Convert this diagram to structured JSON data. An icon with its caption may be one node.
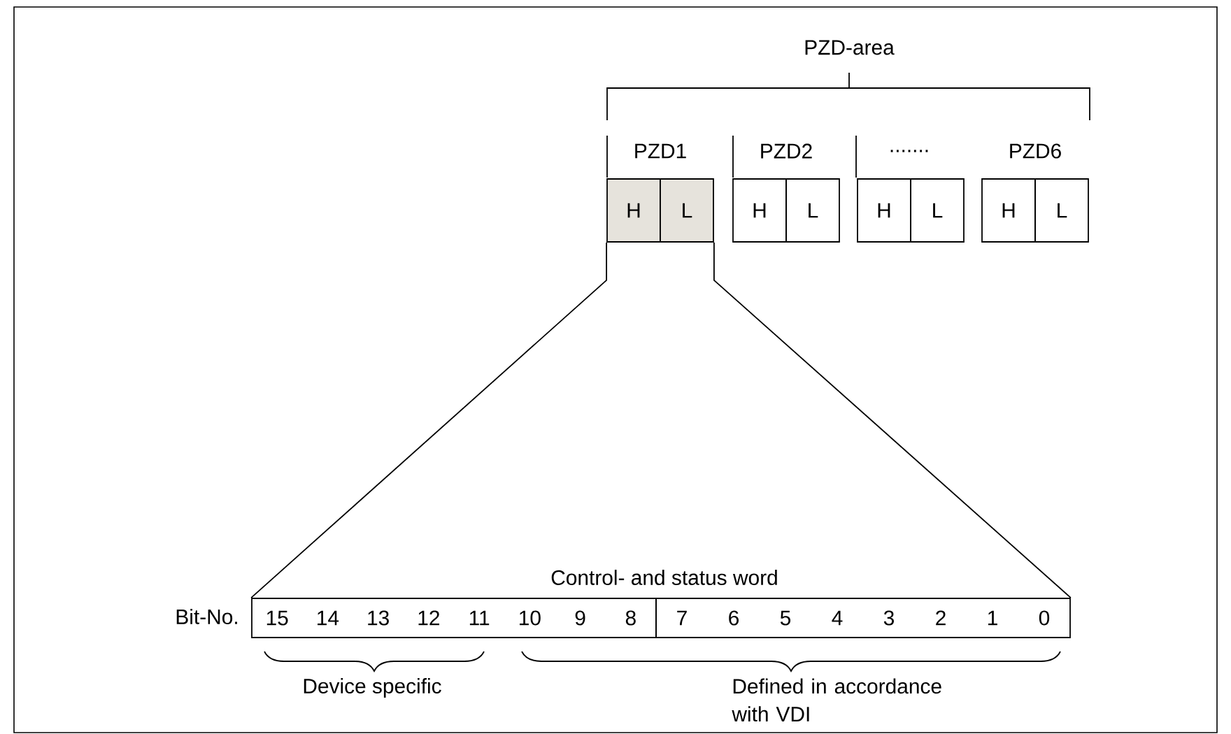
{
  "diagram": {
    "nodes": [
      {
        "text": [
          "H"
        ]
      },
      {
        "text": [
          "L"
        ]
      },
      {
        "text": [
          "H"
        ]
      },
      {
        "text": [
          "L"
        ]
      },
      {
        "text": [
          "H"
        ]
      },
      {
        "text": [
          "L"
        ]
      },
      {
        "text": [
          "H"
        ]
      },
      {
        "text": [
          "L"
        ]
      },
      {
        "text": [
          "15",
          "14",
          "13",
          "12",
          "11",
          "10",
          "9",
          "8"
        ]
      },
      {
        "text": [
          "7",
          "6",
          "5",
          "4",
          "3",
          "2",
          "1",
          "0"
        ]
      }
    ],
    "edges": [
      {
        "from": 0,
        "to": 8,
        "arrow": "none"
      },
      {
        "from": 1,
        "to": 9,
        "arrow": "none"
      }
    ],
    "labels": [
      "PZD-area",
      "PZD1",
      "PZD2",
      ".......",
      "PZD6",
      "Control- and status word",
      "Bit-No.",
      "Device specific",
      "Defined in accordance with VDI"
    ]
  }
}
